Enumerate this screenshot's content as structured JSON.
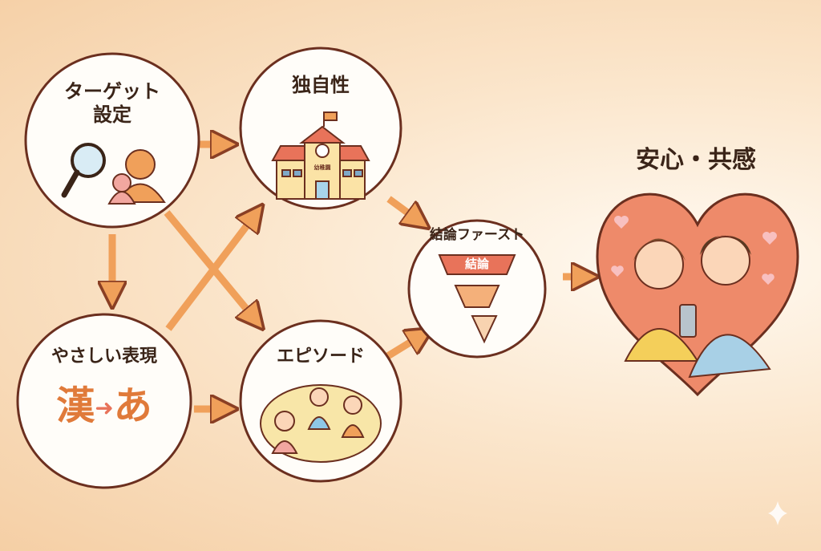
{
  "nodes": {
    "target": {
      "label_line1": "ターゲット",
      "label_line2": "設定"
    },
    "uniqueness": {
      "label": "独自性",
      "sign_text": "幼稚園"
    },
    "plain_language": {
      "label": "やさしい表現",
      "kanji": "漢",
      "kana": "あ"
    },
    "episode": {
      "label": "エピソード"
    },
    "conclusion_first": {
      "label": "結論ファースト",
      "funnel_top": "結論"
    }
  },
  "goal": {
    "title": "安心・共感"
  },
  "colors": {
    "accent": "#f0a05a",
    "outline": "#6b2f1f",
    "heart": "#e8735a",
    "funnel_top": "#e8735a"
  }
}
